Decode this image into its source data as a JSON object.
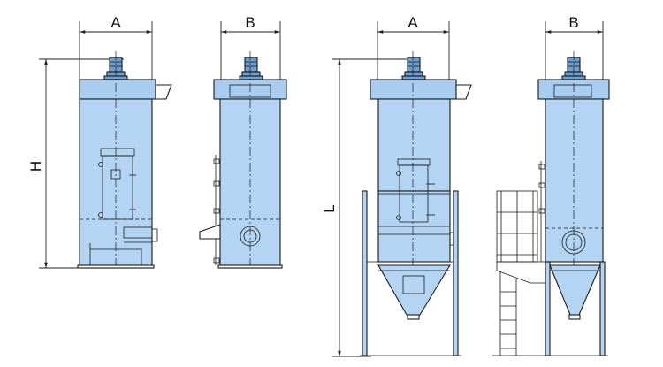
{
  "colors": {
    "body_fill": "#b3d4f2",
    "header_fill": "#a9cdef",
    "motor_fill": "#6f9fd0",
    "frame_fill": "#ffffff",
    "line": "#1a1a1a"
  },
  "views": [
    {
      "id": "view1",
      "width_label": "A",
      "height_label": "H"
    },
    {
      "id": "view2",
      "width_label": "B"
    },
    {
      "id": "view3",
      "width_label": "A",
      "height_label": "L"
    },
    {
      "id": "view4",
      "width_label": "B"
    }
  ]
}
